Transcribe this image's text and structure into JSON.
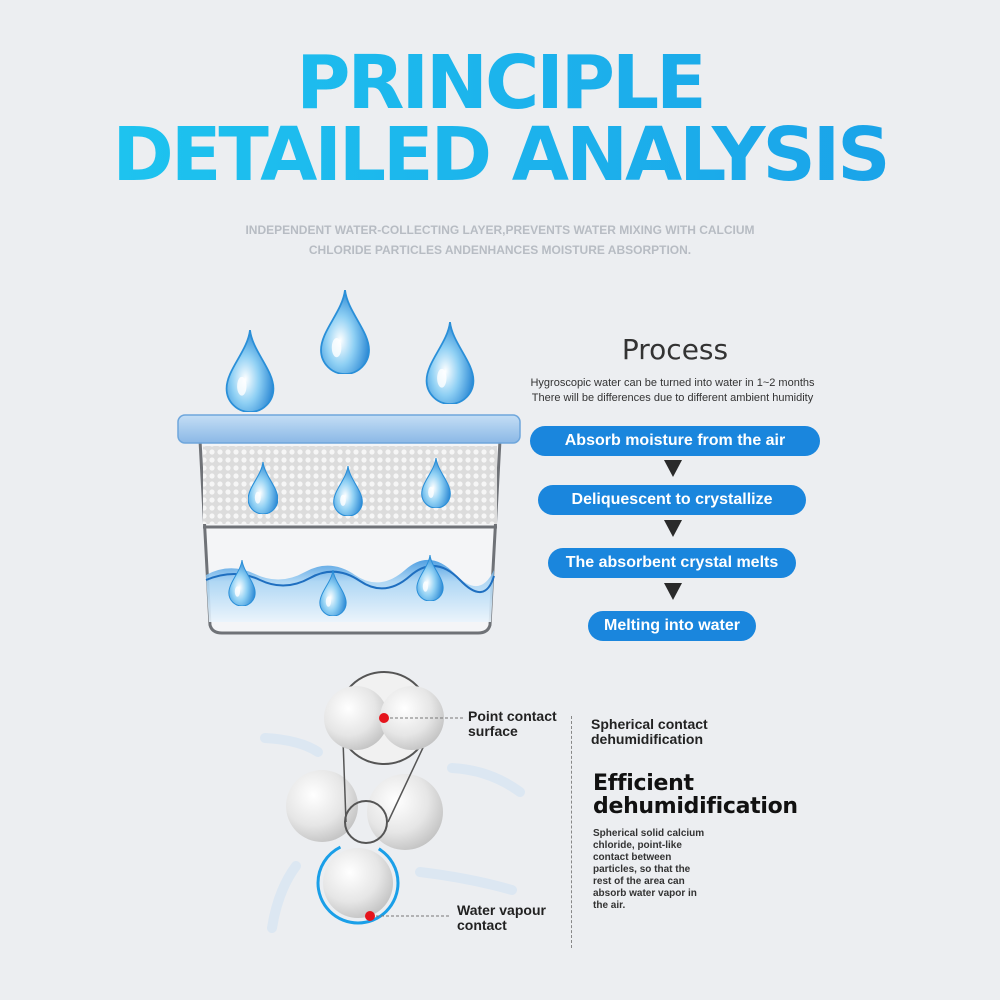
{
  "title": {
    "line1": "PRINCIPLE",
    "line2": "DETAILED ANALYSIS"
  },
  "subtitle": {
    "line1": "INDEPENDENT WATER-COLLECTING LAYER,PREVENTS WATER MIXING WITH CALCIUM",
    "line2": "CHLORIDE PARTICLES ANDENHANCES MOISTURE ABSORPTION."
  },
  "process": {
    "heading": "Process",
    "note_line1": "Hygroscopic water can be turned into water in 1~2 months",
    "note_line2": "There will be differences due to different ambient humidity",
    "steps": [
      "Absorb moisture from the air",
      "Deliquescent to crystallize",
      "The absorbent crystal melts",
      "Melting into water"
    ]
  },
  "spheres": {
    "point_contact_line1": "Point contact",
    "point_contact_line2": "surface",
    "spherical_line1": "Spherical contact",
    "spherical_line2": "dehumidification",
    "water_vapour_line1": "Water vapour",
    "water_vapour_line2": "contact",
    "efficient_line1": "Efficient",
    "efficient_line2": "dehumidification",
    "desc_lines": [
      "Spherical solid calcium",
      "chloride, point-like",
      "contact between",
      "particles, so that the",
      "rest of the area can",
      "absorb water vapor in",
      "the air."
    ]
  },
  "colors": {
    "title_gradient_start": "#1ec8f0",
    "title_gradient_end": "#1a9fe8",
    "pill_blue": "#1a86dd",
    "contact_dot": "#e5141c",
    "background": "#eceef1"
  },
  "icons": [
    "water-drop-icon",
    "down-arrow-icon",
    "airflow-arrow-icon"
  ]
}
